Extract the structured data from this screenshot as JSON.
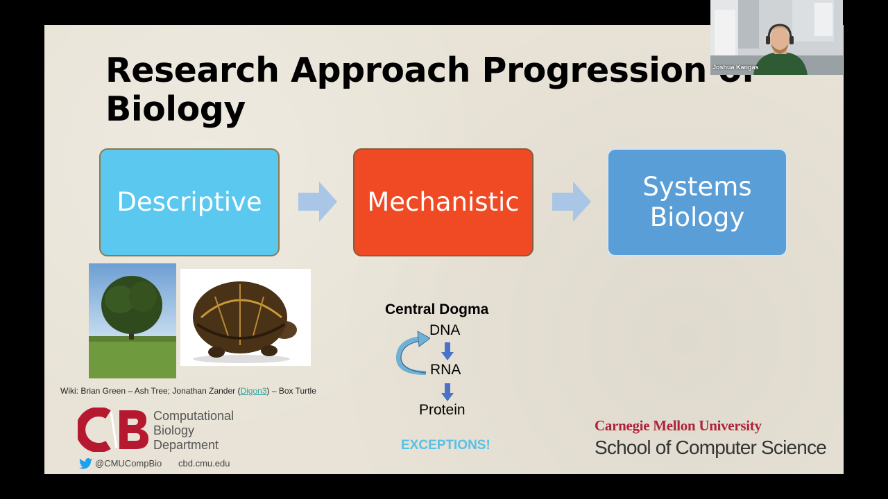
{
  "slide": {
    "title_line1": "Research Approach Progression of",
    "title_line2": "Biology",
    "steps": [
      {
        "line1": "Descriptive",
        "line2": "",
        "color": "#5bc8f0"
      },
      {
        "line1": "Mechanistic",
        "line2": "",
        "color": "#f04a25"
      },
      {
        "line1": "Systems",
        "line2": "Biology",
        "color": "#5a9ed8"
      }
    ],
    "credit": {
      "prefix": "Wiki: Brian Green – Ash Tree; Jonathan Zander (",
      "link": "Digon3",
      "suffix": ") – Box Turtle"
    },
    "central_dogma": {
      "title": "Central Dogma",
      "dna": "DNA",
      "rna": "RNA",
      "protein": "Protein",
      "exceptions": "EXCEPTIONS!"
    },
    "cbd_logo": {
      "line1": "Computational",
      "line2": "Biology",
      "line3": "Department",
      "twitter": "@CMUCompBio",
      "website": "cbd.cmu.edu",
      "accent": "#b5182f"
    },
    "cmu_logo": {
      "name": "Carnegie Mellon University",
      "school": "School of Computer Science"
    }
  },
  "webcam": {
    "participant_name": "Joshua Kangas"
  }
}
